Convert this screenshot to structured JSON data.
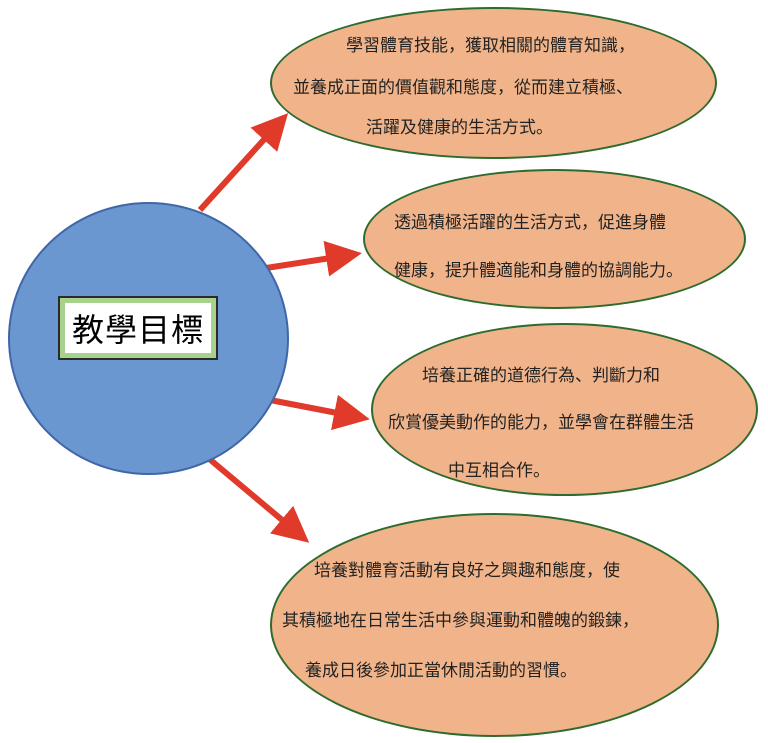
{
  "center": {
    "title": "教學目標"
  },
  "goals": [
    {
      "lines": [
        "學習體育技能，獲取相關的體育知識，",
        "並養成正面的價值觀和態度，從而建立積極、",
        "活躍及健康的生活方式。"
      ]
    },
    {
      "lines": [
        "透過積極活躍的生活方式，促進身體",
        "健康，提升體適能和身體的協調能力。"
      ]
    },
    {
      "lines": [
        "培養正確的道德行為、判斷力和",
        "欣賞優美動作的能力，並學會在群體生活",
        "中互相合作。"
      ]
    },
    {
      "lines": [
        "培養對體育活動有良好之興趣和態度，使",
        "其積極地在日常生活中參與運動和體魄的鍛鍊，",
        "養成日後參加正當休閒活動的習慣。"
      ]
    }
  ],
  "colors": {
    "circle": "#6a97d0",
    "bubble": "#f1b48a",
    "arrow": "#e03a2a",
    "frame": "#a9d18e"
  }
}
